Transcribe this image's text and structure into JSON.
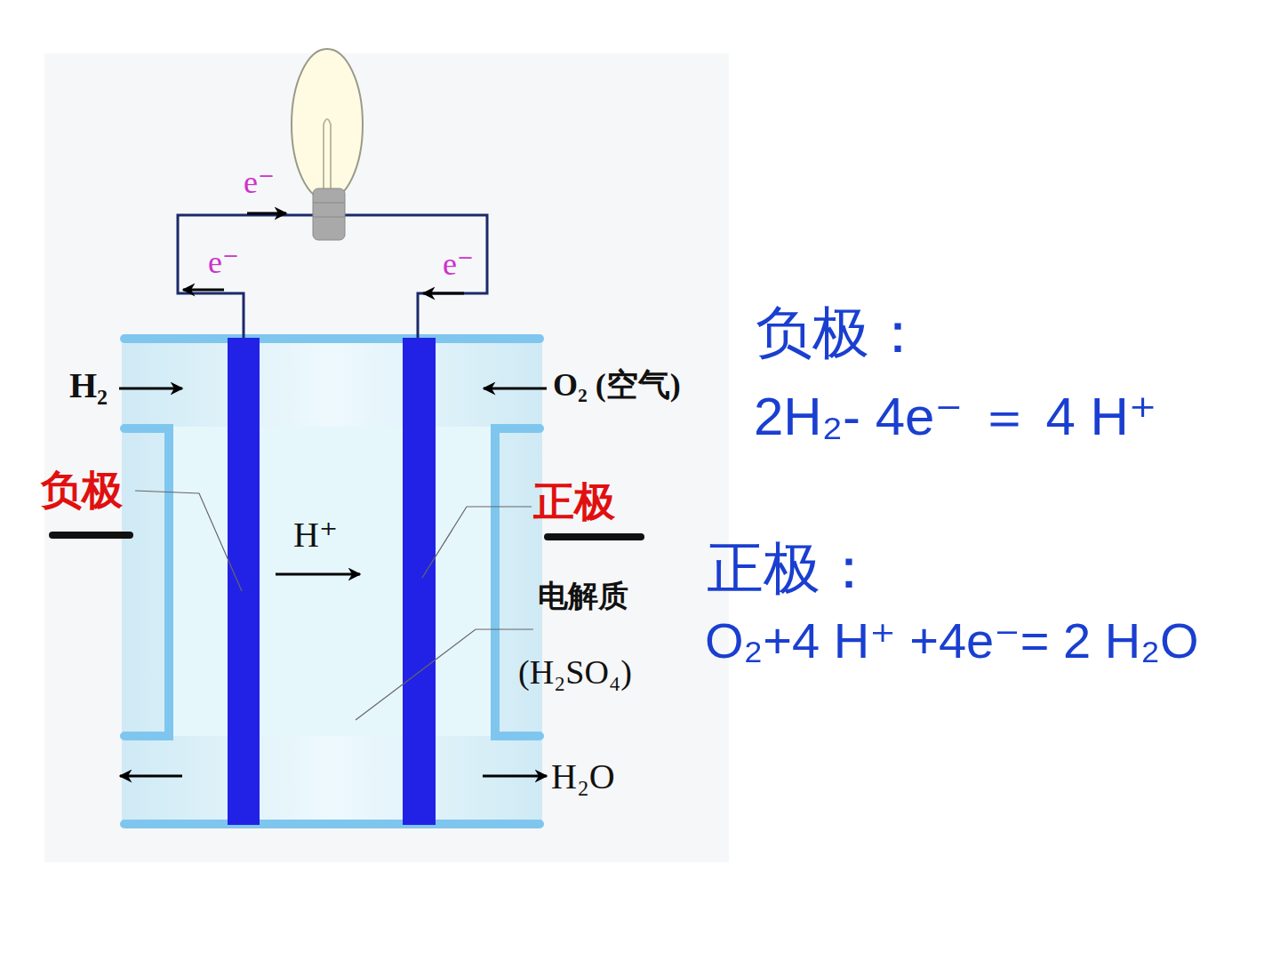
{
  "diagram": {
    "labels": [
      "e⁻",
      "e⁻",
      "e⁻",
      "H₂",
      "O₂ (空气)",
      "负极",
      "正极",
      "H⁺",
      "电解质",
      "(H₂SO₄)",
      "H₂O",
      "负极：",
      "2H₂- 4e⁻ ＝ 4 H⁺",
      "正极：",
      "O₂+4 H⁺ +4e⁻= 2 H₂O"
    ]
  }
}
